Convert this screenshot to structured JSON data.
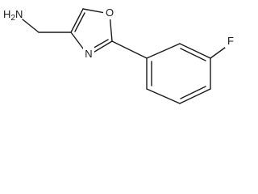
{
  "molecule": {
    "atoms": {
      "amine": "H2N",
      "oxygen": "O",
      "nitrogen": "N",
      "fluorine": "F"
    }
  }
}
